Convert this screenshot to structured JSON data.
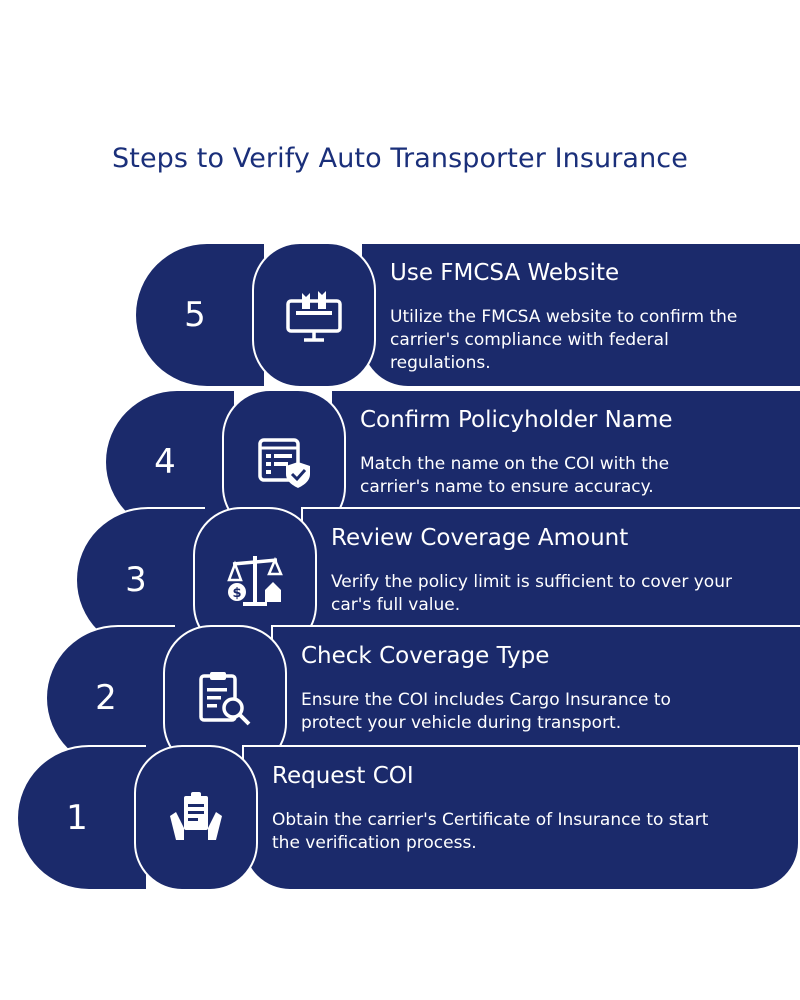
{
  "title": "Steps to Verify Auto Transporter Insurance",
  "colors": {
    "tile": "#1b2a6b",
    "title": "#1a2f7a",
    "border": "#ffffff"
  },
  "steps": [
    {
      "number": "5",
      "icon": "fmcsa-monitor-icon",
      "heading": "Use FMCSA Website",
      "description": "Utilize the FMCSA website to confirm the carrier's compliance with federal regulations."
    },
    {
      "number": "4",
      "icon": "document-shield-icon",
      "heading": "Confirm Policyholder Name",
      "description": "Match the name on the COI with the carrier's name to ensure accuracy."
    },
    {
      "number": "3",
      "icon": "balance-scale-icon",
      "heading": "Review Coverage Amount",
      "description": "Verify the policy limit is sufficient to cover your car's full value."
    },
    {
      "number": "2",
      "icon": "clipboard-search-icon",
      "heading": "Check Coverage Type",
      "description": "Ensure the COI includes Cargo Insurance to protect your vehicle during transport."
    },
    {
      "number": "1",
      "icon": "hands-document-icon",
      "heading": "Request COI",
      "description": "Obtain the carrier's Certificate of Insurance to start the verification process."
    }
  ]
}
